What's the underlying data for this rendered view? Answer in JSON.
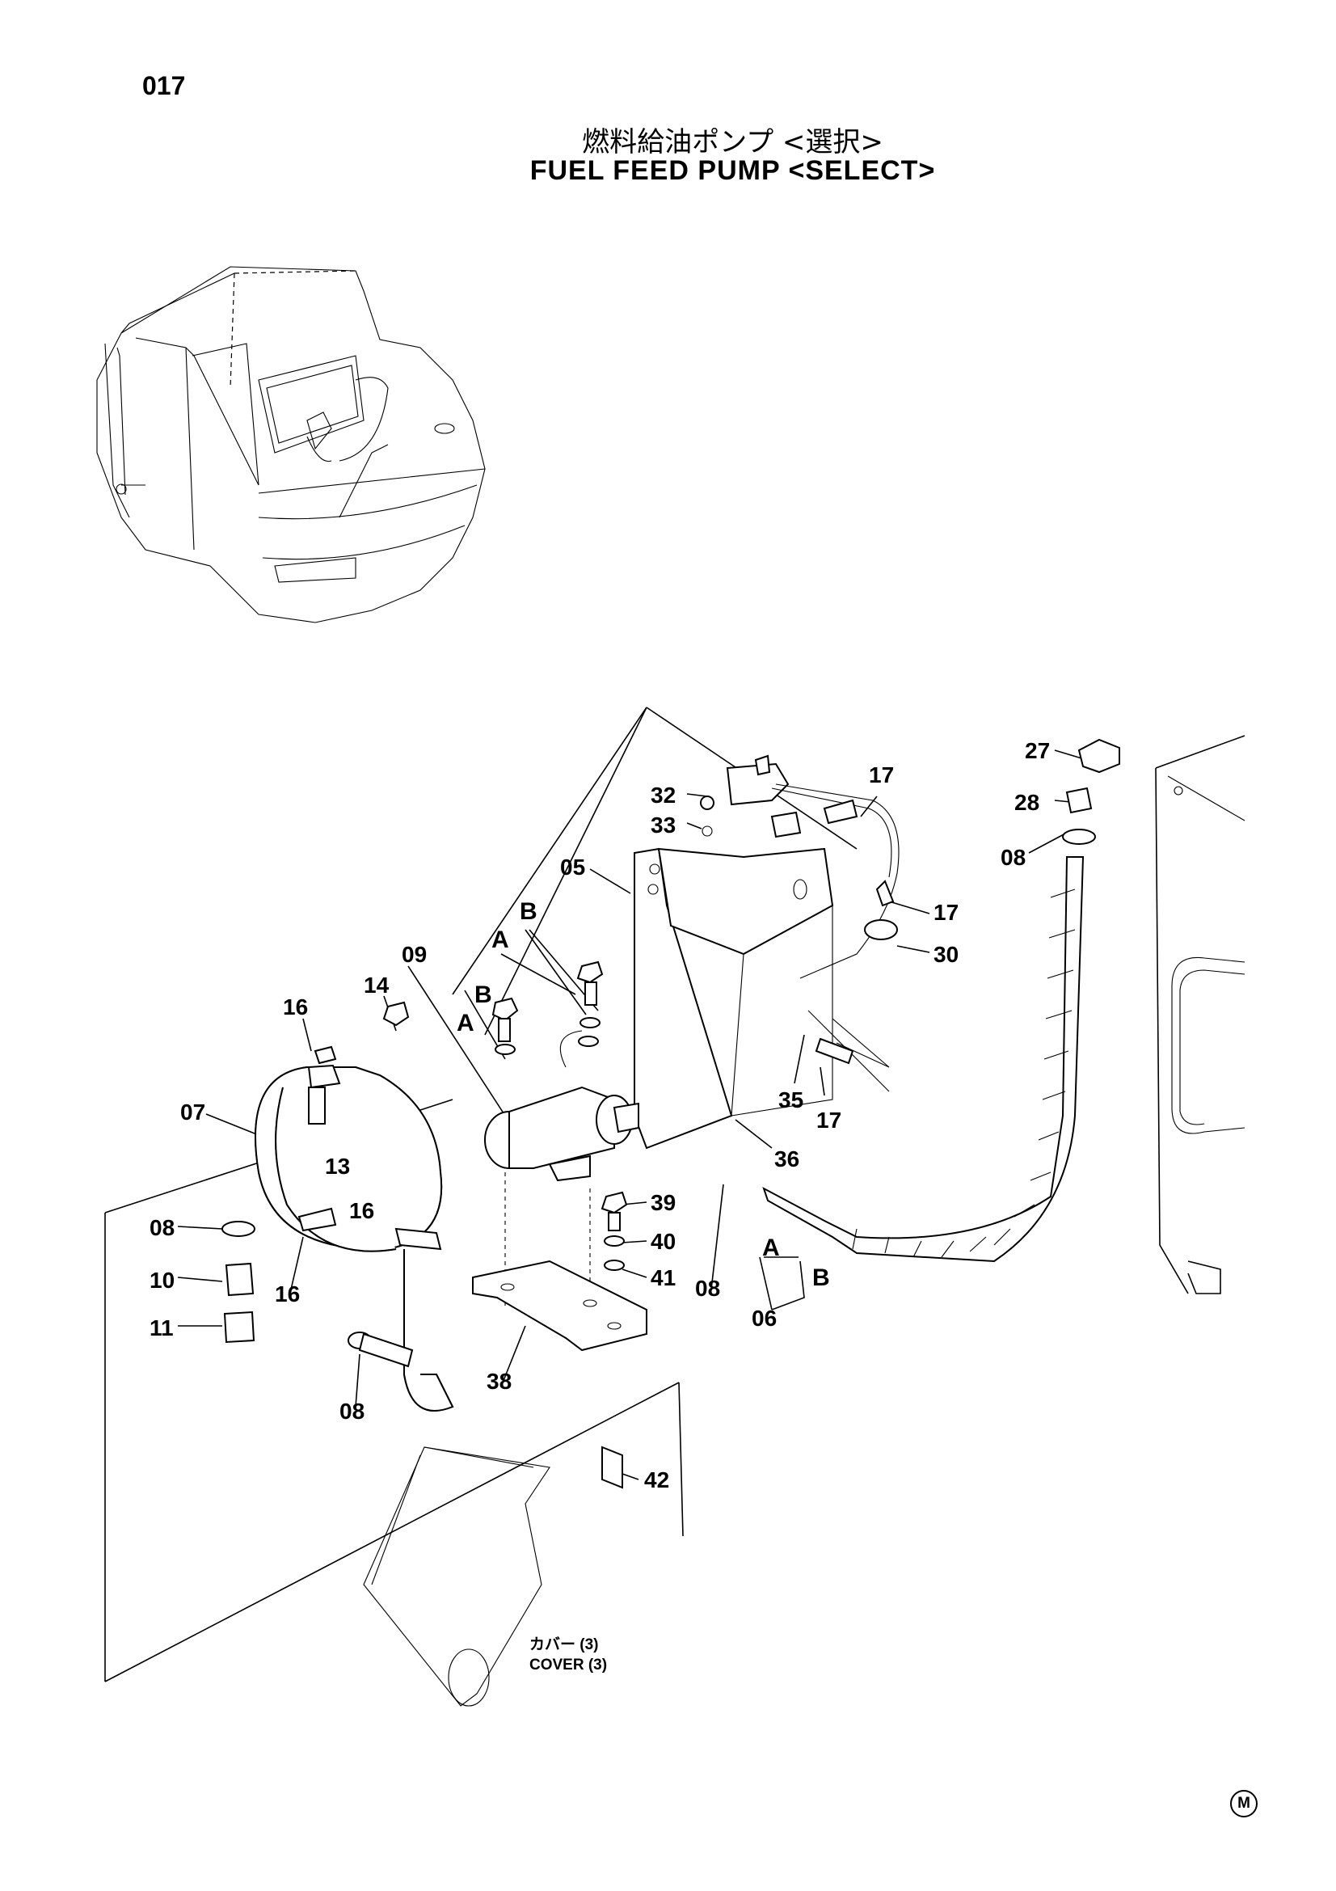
{
  "page": {
    "number": "017"
  },
  "title": {
    "jp": "燃料給油ポンプ <選択>",
    "en": "FUEL FEED PUMP <SELECT>"
  },
  "callouts": [
    {
      "id": "c27",
      "label": "27"
    },
    {
      "id": "c28",
      "label": "28"
    },
    {
      "id": "c08a",
      "label": "08"
    },
    {
      "id": "c17a",
      "label": "17"
    },
    {
      "id": "c32",
      "label": "32"
    },
    {
      "id": "c33",
      "label": "33"
    },
    {
      "id": "c05",
      "label": "05"
    },
    {
      "id": "c17b",
      "label": "17"
    },
    {
      "id": "c30",
      "label": "30"
    },
    {
      "id": "c09",
      "label": "09"
    },
    {
      "id": "c14",
      "label": "14"
    },
    {
      "id": "c16a",
      "label": "16"
    },
    {
      "id": "c35",
      "label": "35"
    },
    {
      "id": "c17c",
      "label": "17"
    },
    {
      "id": "c36",
      "label": "36"
    },
    {
      "id": "c07",
      "label": "07"
    },
    {
      "id": "c13",
      "label": "13"
    },
    {
      "id": "c08b",
      "label": "08"
    },
    {
      "id": "c16b",
      "label": "16"
    },
    {
      "id": "c16c",
      "label": "16"
    },
    {
      "id": "c10",
      "label": "10"
    },
    {
      "id": "c11",
      "label": "11"
    },
    {
      "id": "c39",
      "label": "39"
    },
    {
      "id": "c40",
      "label": "40"
    },
    {
      "id": "c41",
      "label": "41"
    },
    {
      "id": "c08c",
      "label": "08"
    },
    {
      "id": "c06",
      "label": "06"
    },
    {
      "id": "c38",
      "label": "38"
    },
    {
      "id": "c08d",
      "label": "08"
    },
    {
      "id": "c42",
      "label": "42"
    }
  ],
  "ref_labels": {
    "b1": "B",
    "a1": "A",
    "b2": "B",
    "a2": "A",
    "a3": "A",
    "b3": "B"
  },
  "cover_note": {
    "jp": "カバー (3)",
    "en": "COVER (3)"
  },
  "mark": "M"
}
